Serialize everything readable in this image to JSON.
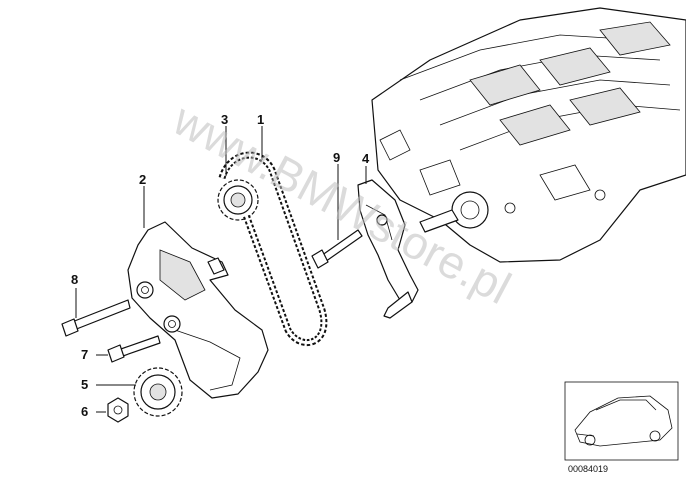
{
  "watermark": "www.BMWstore.pl",
  "callouts": [
    {
      "id": "1",
      "label": "1"
    },
    {
      "id": "2",
      "label": "2"
    },
    {
      "id": "3",
      "label": "3"
    },
    {
      "id": "4",
      "label": "4"
    },
    {
      "id": "5",
      "label": "5"
    },
    {
      "id": "6",
      "label": "6"
    },
    {
      "id": "7",
      "label": "7"
    },
    {
      "id": "8",
      "label": "8"
    },
    {
      "id": "9",
      "label": "9"
    }
  ],
  "reference_number": "00084019"
}
